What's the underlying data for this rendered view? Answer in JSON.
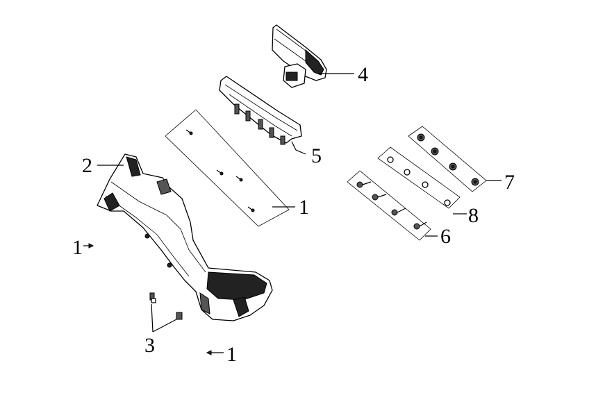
{
  "diagram": {
    "callouts": [
      {
        "id": "c4",
        "text": "4"
      },
      {
        "id": "c5",
        "text": "5"
      },
      {
        "id": "c2",
        "text": "2"
      },
      {
        "id": "c1a",
        "text": "1"
      },
      {
        "id": "c1b",
        "text": "1"
      },
      {
        "id": "c1c",
        "text": "1"
      },
      {
        "id": "c3",
        "text": "3"
      },
      {
        "id": "c7",
        "text": "7"
      },
      {
        "id": "c8",
        "text": "8"
      },
      {
        "id": "c6",
        "text": "6"
      }
    ]
  }
}
